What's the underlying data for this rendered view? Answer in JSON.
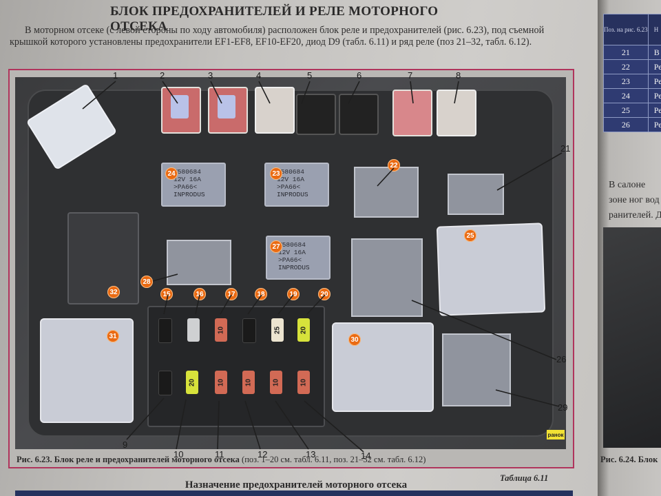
{
  "heading": "БЛОК ПРЕДОХРАНИТЕЛЕЙ И РЕЛЕ МОТОРНОГО ОТСЕКА",
  "intro_text": "В моторном отсеке (с левой стороны по ходу автомобиля) расположен блок реле и предохранителей (рис. 6.23), под съемной крышкой которого установлены предохранители EF1-EF8, EF10-EF20, диод D9 (табл. 6.11) и ряд реле (поз 21–32, табл. 6.12).",
  "figure": {
    "caption_label": "Рис. 6.23.",
    "caption_bold": "Блок реле и предохранителей моторного отсека",
    "caption_rest": " (поз. 1–20 см. табл. 6.11, поз. 21–32 см. табл. 6.12)",
    "callouts": [
      "1",
      "2",
      "3",
      "4",
      "5",
      "6",
      "7",
      "8",
      "9",
      "10",
      "11",
      "12",
      "13",
      "14",
      "21",
      "26",
      "29"
    ],
    "markers": [
      "15",
      "16",
      "17",
      "18",
      "19",
      "20",
      "22",
      "23",
      "24",
      "25",
      "27",
      "28",
      "30",
      "31",
      "32"
    ],
    "relay_label": "Ж580684\n12V 16A\n>PA66<\nINPRODUS",
    "fuse_ratings": {
      "f17": "10",
      "f19": "25",
      "f20": "20",
      "f10": "20",
      "f11": "10",
      "f12": "10",
      "f13": "10",
      "f14": "10"
    },
    "logo_text": "ранок"
  },
  "table_heading": "Назначение предохранителей моторного отсека",
  "table_number": "Таблица 6.11",
  "right_page": {
    "table_header": [
      "Поз. на рис. 6.23",
      "Н"
    ],
    "rows": [
      {
        "num": "21",
        "text": "В а"
      },
      {
        "num": "22",
        "text": "Рел"
      },
      {
        "num": "23",
        "text": "Рел"
      },
      {
        "num": "24",
        "text": "Рел"
      },
      {
        "num": "25",
        "text": "Рел"
      },
      {
        "num": "26",
        "text": "Рел"
      }
    ],
    "text_lines": [
      "В салоне",
      "зоне ног вод",
      "ранителей. Д"
    ],
    "caption": "Рис. 6.24. Блок"
  }
}
